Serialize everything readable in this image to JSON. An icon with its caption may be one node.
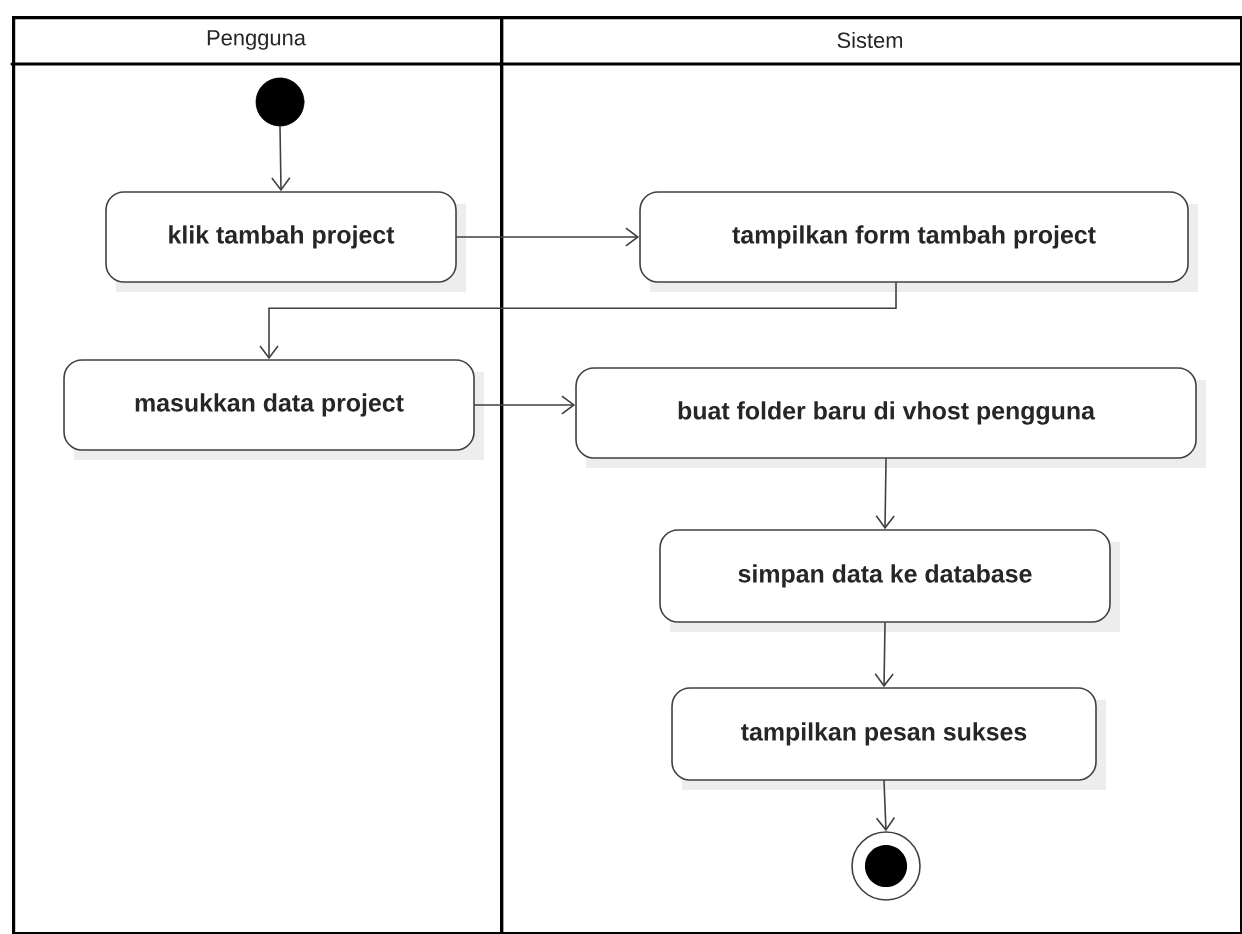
{
  "diagram": {
    "nodes": [
      {
        "text": [
          "Pengguna"
        ]
      },
      {
        "text": [
          "Sistem"
        ]
      },
      {
        "text": [],
        "shape": "circle",
        "in": 0
      },
      {
        "text": [
          "klik tambah project"
        ],
        "in": 0
      },
      {
        "text": [
          "tampilkan form tambah project"
        ],
        "in": 1
      },
      {
        "text": [
          "masukkan data project"
        ],
        "in": 0
      },
      {
        "text": [
          "buat folder baru di vhost pengguna"
        ],
        "in": 1
      },
      {
        "text": [
          "simpan data ke database"
        ],
        "in": 1
      },
      {
        "text": [
          "tampilkan pesan sukses"
        ],
        "in": 1
      },
      {
        "text": [],
        "shape": "bullseye",
        "in": 1
      }
    ],
    "edges": [
      {
        "from": 2,
        "to": 3,
        "arrow": "to"
      },
      {
        "from": 3,
        "to": 4,
        "arrow": "to"
      },
      {
        "from": 4,
        "to": 5,
        "arrow": "to"
      },
      {
        "from": 5,
        "to": 6,
        "arrow": "to"
      },
      {
        "from": 6,
        "to": 7,
        "arrow": "to"
      },
      {
        "from": 7,
        "to": 8,
        "arrow": "to"
      },
      {
        "from": 8,
        "to": 9,
        "arrow": "to"
      }
    ]
  }
}
